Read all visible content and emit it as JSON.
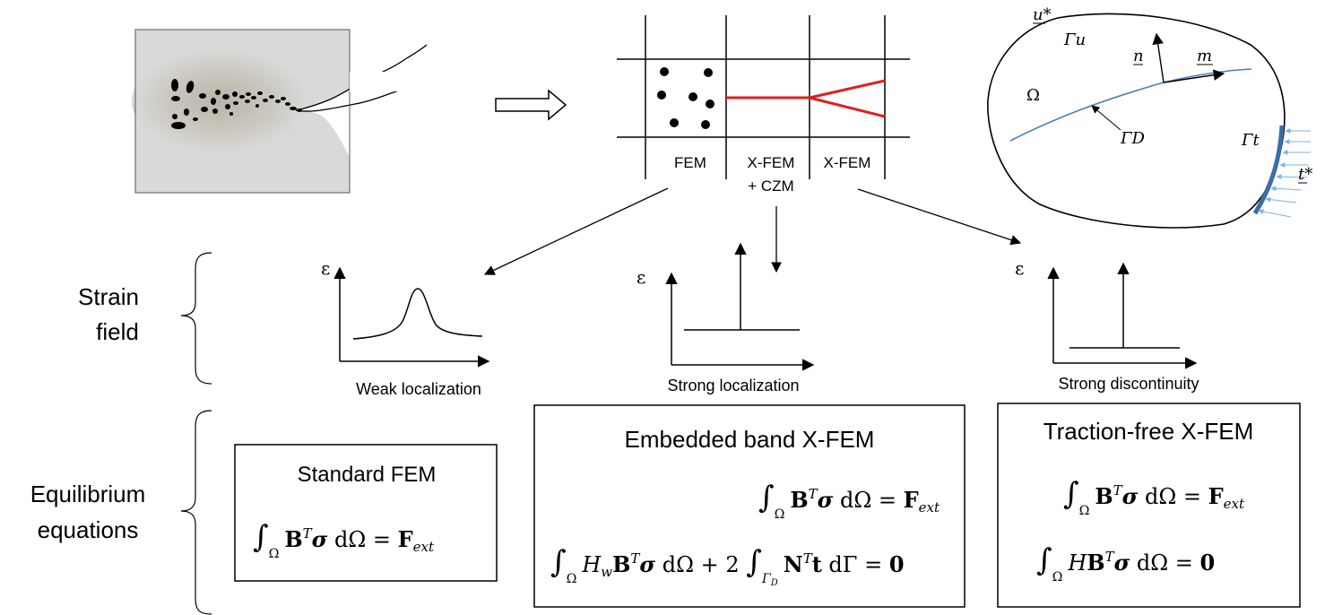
{
  "mesh": {
    "columns": [
      "FEM",
      "X-FEM",
      "X-FEM"
    ],
    "column2_extra": "+ CZM"
  },
  "domain_sketch": {
    "u_star": "u*",
    "gamma_u": "Γu",
    "n": "n",
    "m": "m",
    "omega": "Ω",
    "gamma_d": "ΓD",
    "gamma_t": "Γt",
    "t_star": "t*",
    "accent_color": "#4a7ebb"
  },
  "rows": {
    "strain": {
      "line1": "Strain",
      "line2": "field"
    },
    "equilibrium": {
      "line1": "Equilibrium",
      "line2": "equations"
    }
  },
  "plots": {
    "axis_label": "ε",
    "weak": "Weak localization",
    "strong": "Strong localization",
    "discontinuity": "Strong discontinuity"
  },
  "boxes": {
    "standard": {
      "title": "Standard FEM",
      "eq1": "∫Ω Bᵀσ dΩ = Fext"
    },
    "embedded": {
      "title": "Embedded band X-FEM",
      "eq1": "∫Ω Bᵀσ dΩ = Fext",
      "eq2": "∫Ω Hw Bᵀσ dΩ + 2 ∫ΓD Nᵀt dΓ = 0"
    },
    "traction": {
      "title": "Traction-free X-FEM",
      "eq1": "∫Ω Bᵀσ dΩ = Fext",
      "eq2": "∫Ω H Bᵀσ dΩ = 0"
    }
  },
  "colors": {
    "crack_red": "#e02020",
    "panel_gray": "#d9d9d9",
    "ink": "#000000"
  }
}
